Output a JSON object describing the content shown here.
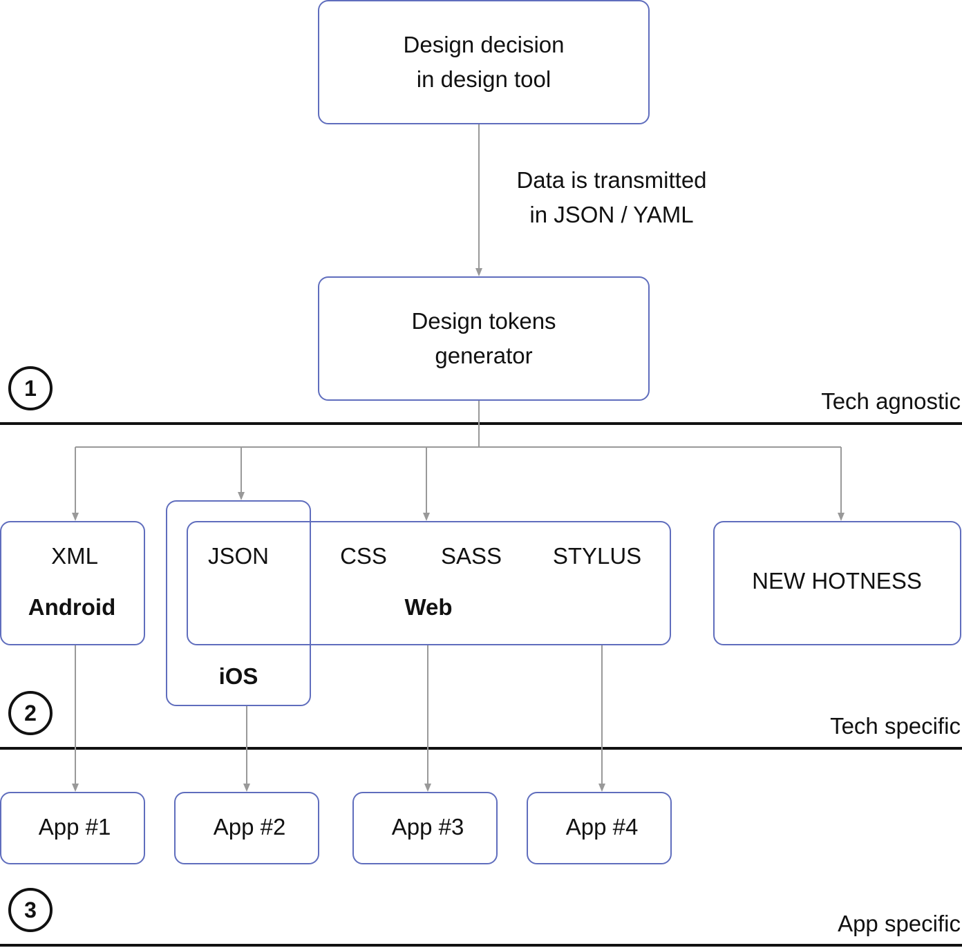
{
  "nodes": {
    "decision": {
      "line1": "Design decision",
      "line2": "in design tool"
    },
    "generator": {
      "line1": "Design tokens",
      "line2": "generator"
    },
    "android": {
      "format": "XML",
      "label": "Android"
    },
    "ios": {
      "format": "JSON",
      "label": "iOS"
    },
    "web": {
      "formats": [
        "CSS",
        "SASS",
        "STYLUS"
      ],
      "label": "Web"
    },
    "new_hotness": {
      "label": "NEW HOTNESS"
    },
    "apps": [
      "App #1",
      "App #2",
      "App #3",
      "App #4"
    ]
  },
  "edge_labels": {
    "transmit": {
      "line1": "Data is transmitted",
      "line2": "in JSON / YAML"
    }
  },
  "levels": [
    {
      "number": "1",
      "label": "Tech agnostic"
    },
    {
      "number": "2",
      "label": "Tech specific"
    },
    {
      "number": "3",
      "label": "App specific"
    }
  ],
  "colors": {
    "box_border": "#5f6dbd",
    "connector": "#999999",
    "separator": "#111111"
  }
}
